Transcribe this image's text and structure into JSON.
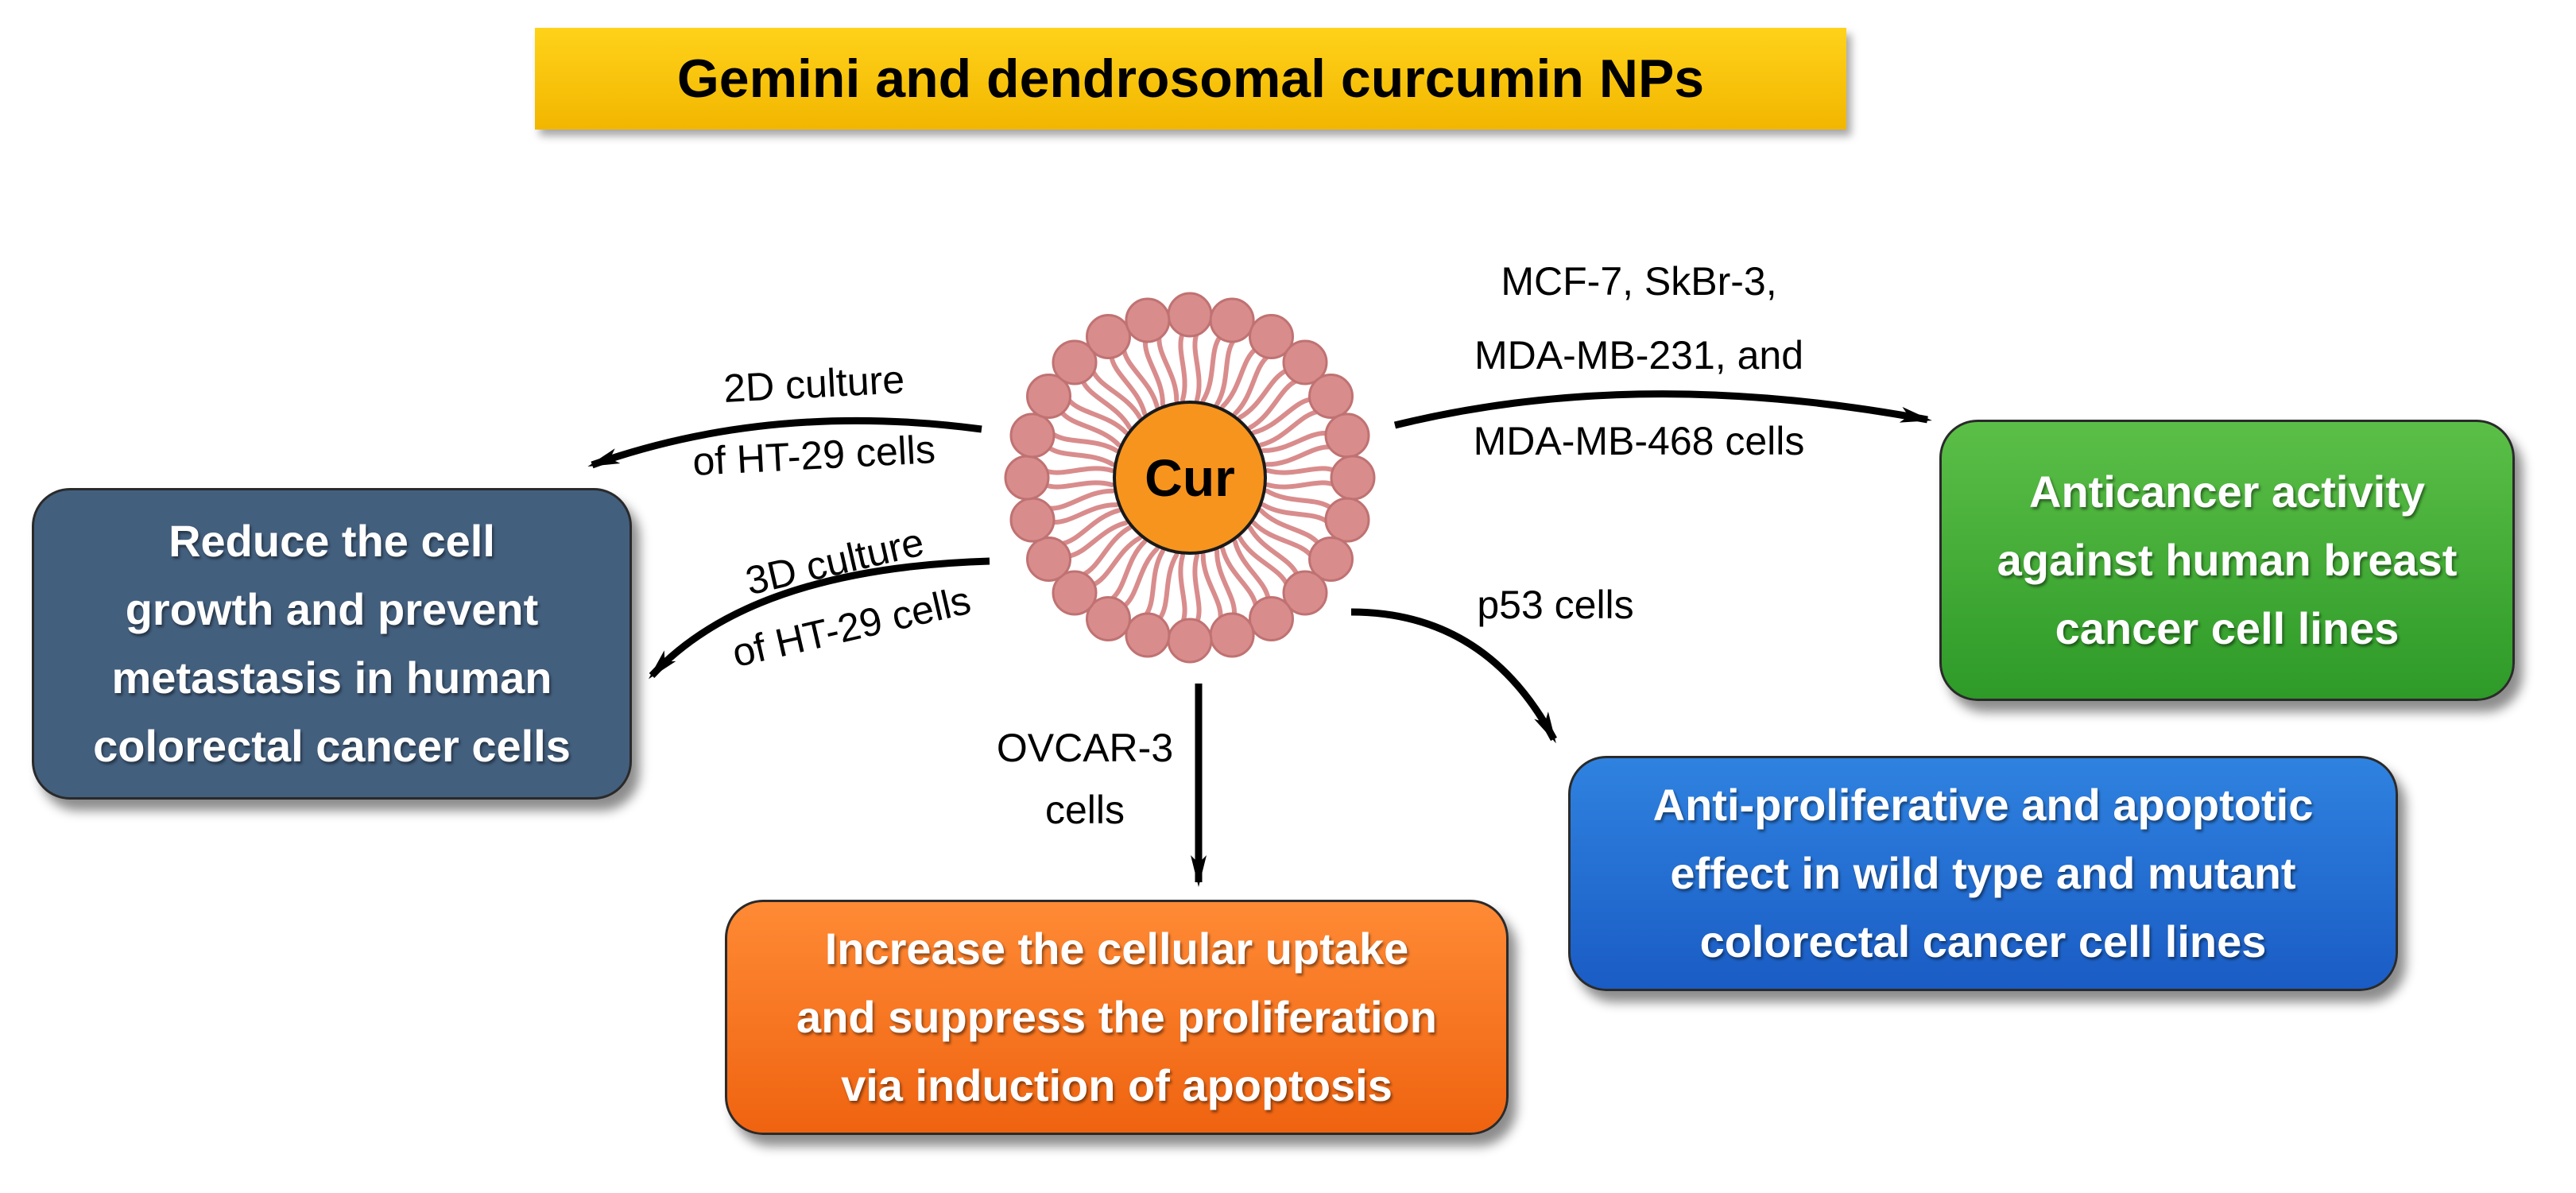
{
  "title": "Gemini and dendrosomal curcumin NPs",
  "center_label": "Cur",
  "arrow_labels": {
    "breast": [
      "MCF-7, SkBr-3,",
      "MDA-MB-231, and",
      "MDA-MB-468 cells"
    ],
    "culture_2d": [
      "2D culture",
      "of HT-29 cells"
    ],
    "culture_3d": [
      "3D culture",
      "of HT-29 cells"
    ],
    "p53": "p53 cells",
    "ovcar": [
      "OVCAR-3",
      "cells"
    ]
  },
  "boxes": {
    "colorectal": [
      "Reduce the cell",
      "growth and prevent",
      "metastasis in human",
      "colorectal cancer cells"
    ],
    "breast": [
      "Anticancer activity",
      "against human breast",
      "cancer cell lines"
    ],
    "p53": [
      "Anti-proliferative and apoptotic",
      "effect in wild type and mutant",
      "colorectal cancer cell lines"
    ],
    "ovcar": [
      "Increase the cellular uptake",
      "and suppress the proliferation",
      "via induction of apoptosis"
    ]
  },
  "colors": {
    "title_banner": "#f7c400",
    "core": "#f7941d",
    "lipid": "#d98c8c",
    "colorectal_box": "#435f7e",
    "breast_box": "#3aa832",
    "p53_box": "#1f68d0",
    "ovcar_box": "#f47121"
  }
}
